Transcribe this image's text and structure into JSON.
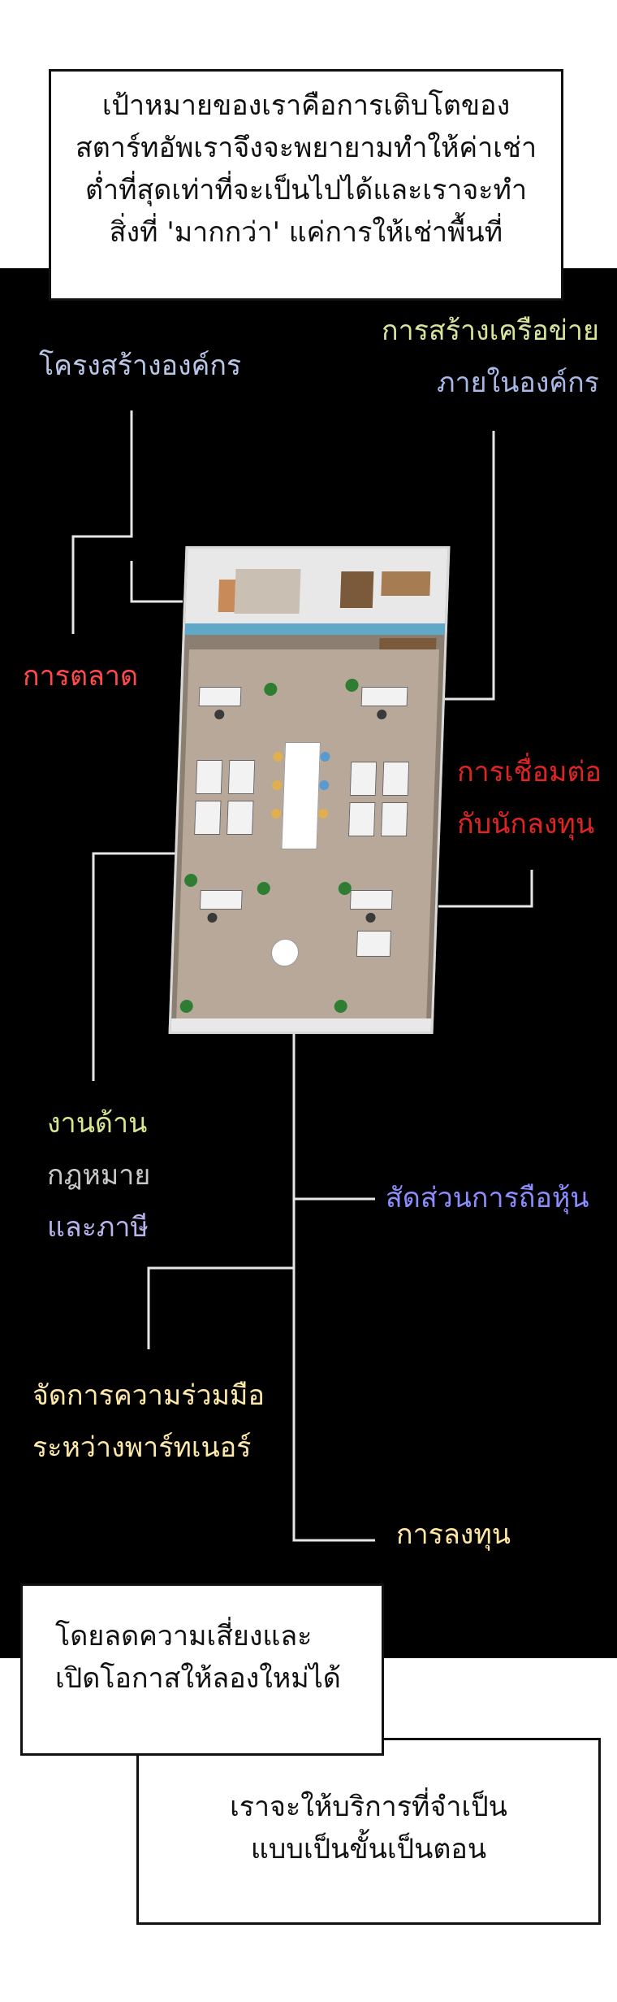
{
  "top_bubble": {
    "lines": [
      "เป้าหมายของเราคือการเติบโตของ",
      "สตาร์ทอัพเราจึงจะพยายามทำให้ค่าเช่า",
      "ต่ำที่สุดเท่าที่จะเป็นไปได้และเราจะทำ",
      "สิ่งที่ 'มากกว่า' แค่การให้เช่าพื้นที่"
    ]
  },
  "labels": {
    "org_structure": "โครงสร้างองค์กร",
    "network": [
      "การสร้างเครือข่าย",
      "ภายในองค์กร"
    ],
    "marketing": "การตลาด",
    "investor": [
      "การเชื่อมต่อ",
      "กับนักลงทุน"
    ],
    "legal_tax": [
      "งานด้าน",
      "กฎหมาย",
      "และภาษี"
    ],
    "shareholding": "สัดส่วนการถือหุ้น",
    "partner": [
      "จัดการความร่วมมือ",
      "ระหว่างพาร์ทเนอร์"
    ],
    "investment": "การลงทุน"
  },
  "colors": {
    "org_structure": "#b9c6e8",
    "network_1": "#d6e59a",
    "network_2": "#aab8e8",
    "marketing": "#ff4a4a",
    "investor": "#e02424",
    "legal_1": "#d8e890",
    "legal_2": "#c8c8c8",
    "legal_3": "#b8b4ee",
    "shareholding": "#8c8cff",
    "partner": "#ffe9a8",
    "investment": "#ffe7a0"
  },
  "bottom_bubble_1": {
    "lines": [
      "โดยลดความเสี่ยงและ",
      "เปิดโอกาสให้ลองใหม่ได้"
    ]
  },
  "bottom_bubble_2": {
    "lines": [
      "เราจะให้บริการที่จำเป็น",
      "แบบเป็นขั้นเป็นตอน"
    ]
  }
}
